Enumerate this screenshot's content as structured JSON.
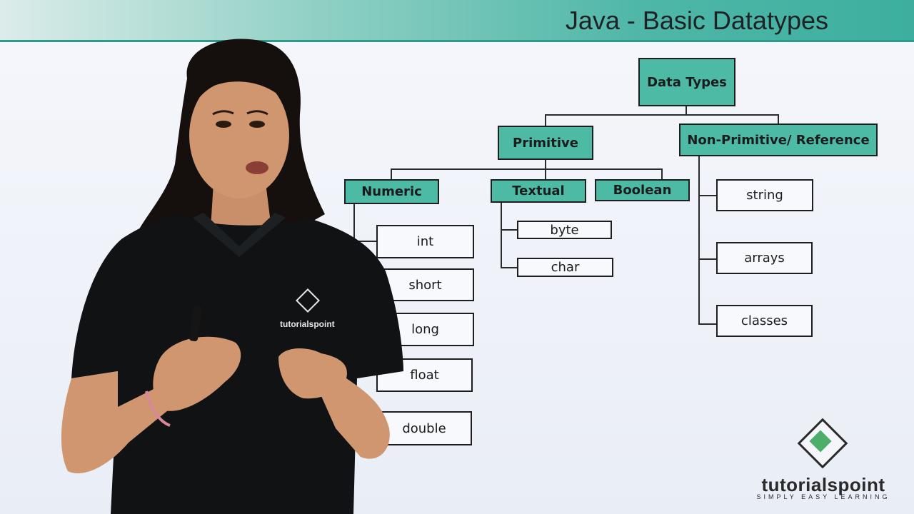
{
  "slide": {
    "title": "Java - Basic Datatypes"
  },
  "diagram": {
    "root": "Data Types",
    "primitive": "Primitive",
    "non_primitive": "Non-Primitive/ Reference",
    "numeric": "Numeric",
    "textual": "Textual",
    "boolean": "Boolean",
    "numeric_types": [
      "int",
      "short",
      "long",
      "float",
      "double"
    ],
    "textual_types": [
      "byte",
      "char"
    ],
    "reference_types": [
      "string",
      "arrays",
      "classes"
    ]
  },
  "shirt_logo_text": "tutorialspoint",
  "brand": {
    "name": "tutorialspoint",
    "tagline": "SIMPLY EASY LEARNING",
    "icon": "tutorialspoint-diamond-icon"
  },
  "colors": {
    "banner_teal": "#3daf9f",
    "node_teal": "#4dbaa6",
    "shirt": "#101214"
  }
}
